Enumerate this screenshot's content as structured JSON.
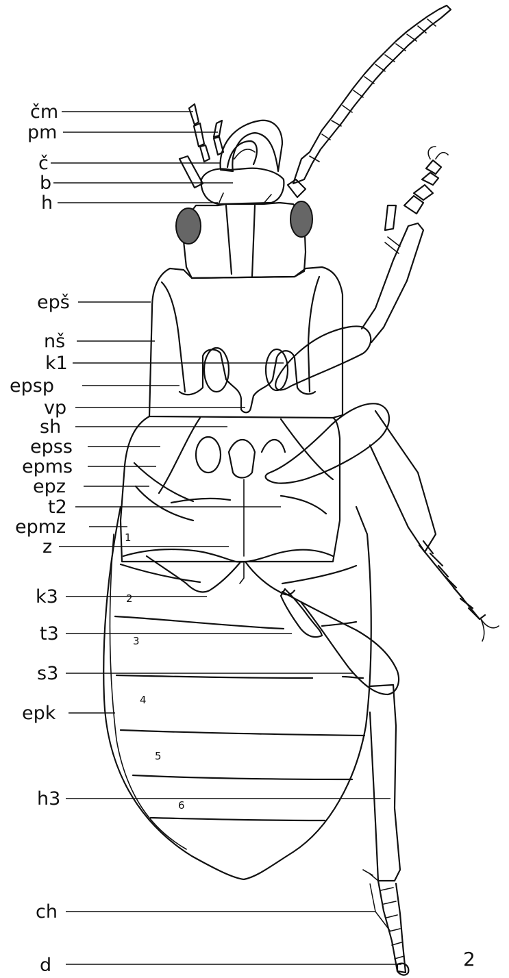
{
  "labels": {
    "cm": "čm",
    "pm": "pm",
    "c": "č",
    "b": "b",
    "h": "h",
    "epsh": "epš",
    "nsh": "nš",
    "k1": "k1",
    "epsp": "epsp",
    "vp": "vp",
    "sh": "sh",
    "epss": "epss",
    "epms": "epms",
    "epz": "epz",
    "t2": "t2",
    "epmz": "epmz",
    "z": "z",
    "k3": "k3",
    "t3": "t3",
    "s3": "s3",
    "epk": "epk",
    "h3": "h3",
    "ch": "ch",
    "d": "d"
  },
  "segments": [
    "1",
    "2",
    "3",
    "4",
    "5",
    "6"
  ],
  "figure_number": "2"
}
